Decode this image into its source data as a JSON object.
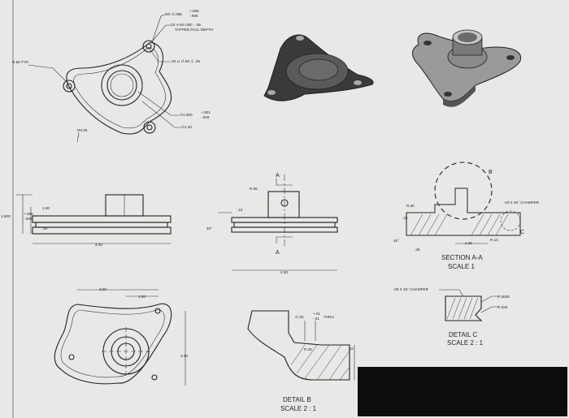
{
  "views": {
    "top_left": {
      "callouts": [
        {
          "text": "2X ∅.085",
          "tol_upper": "+.005",
          "tol_lower": "-.005"
        },
        {
          "text": "2X 4-40 UNC - 2B"
        },
        {
          "text": "TAPPED FULL DEPTH"
        },
        {
          "text": "3X ⊔ ∅.50 ↧ .25"
        },
        {
          "text": "R.50 TYP."
        },
        {
          "text": "∅1.000",
          "tol_upper": "+.001",
          "tol_lower": "-.002"
        },
        {
          "text": "∅1.20"
        },
        {
          "text": "R5.00"
        }
      ]
    },
    "front_view": {
      "dims": {
        "dia": "1.500",
        "dia_tol_upper": "+.005",
        "dia_tol_lower": "-.005",
        "height": "1.00",
        "flange": ".50",
        "width": "4.00"
      }
    },
    "section_view": {
      "dims": {
        "r": "R.05",
        "h": ".10",
        "angle": "45°",
        "width": "4.00"
      },
      "cut_labels": [
        "A",
        "A"
      ]
    },
    "section_aa": {
      "title": "SECTION A-A",
      "scale": "SCALE 1",
      "dims": {
        "r1": "R.25",
        "d1": ".25",
        "chamfer": ".03 X 45° CHAMFER",
        "r2": "R.13",
        "d2": "1.25",
        "d3": ".25",
        "angle": "45°"
      },
      "detail_b_marker": "B",
      "detail_c_marker": "C"
    },
    "bottom_view": {
      "dims": {
        "d1": "3.00",
        "d2": "1.00",
        "d3": "3.00"
      }
    },
    "detail_b": {
      "title": "DETAIL B",
      "scale": "SCALE 2 : 1",
      "dims": {
        "hole": "∅.25",
        "hole_tol_upper": "+.01",
        "hole_tol_lower": "-.01",
        "thru": "THRU",
        "r": "R.25",
        "h": ".63"
      }
    },
    "detail_c": {
      "title": "DETAIL C",
      "scale": "SCALE 2 : 1",
      "dims": {
        "chamfer": ".05 X 45° CHAMFER",
        "r1": "R.0625",
        "r2": "R.025"
      }
    }
  },
  "colors": {
    "paper": "#e9e8e6",
    "ink": "#1e1e1e",
    "redaction": "#0d0d0d",
    "shade_dark": "#3a3a3a",
    "shade_light": "#9a9a9a"
  }
}
